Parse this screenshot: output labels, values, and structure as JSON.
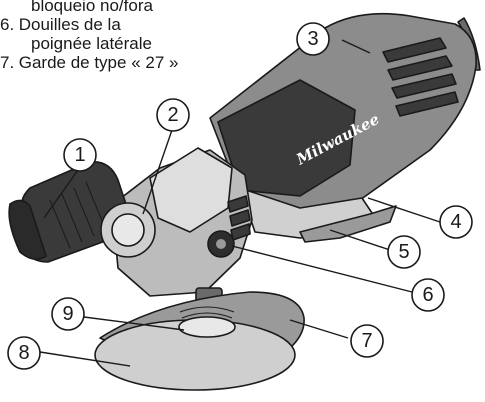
{
  "legend": {
    "lines": [
      {
        "text": "bloqueio no/fora",
        "indent": true
      },
      {
        "num": "6.",
        "text": "Douilles de la"
      },
      {
        "text": "poignée latérale",
        "indent": true
      },
      {
        "num": "7.",
        "text": "Garde de type « 27 »"
      }
    ]
  },
  "brand_label": "Milwaukee",
  "callouts": [
    "1",
    "2",
    "3",
    "4",
    "5",
    "6",
    "7",
    "8",
    "9"
  ],
  "colors": {
    "body_dark": "#3a3a3a",
    "body_mid": "#8c8c8c",
    "body_light": "#d0d0d0",
    "outline": "#1a1a1a"
  }
}
